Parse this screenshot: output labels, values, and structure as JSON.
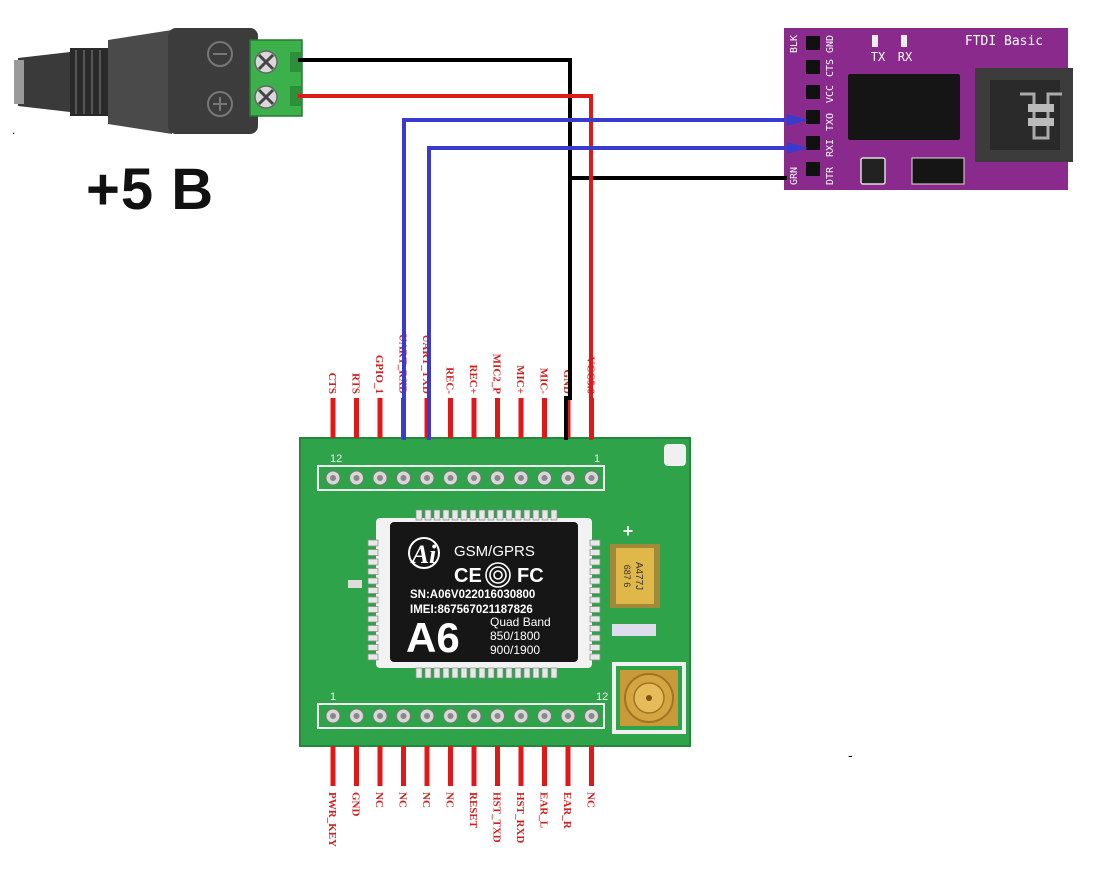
{
  "supply_label": "+5 B",
  "ftdi": {
    "title": "FTDI Basic",
    "tx_led": "TX",
    "rx_led": "RX",
    "pins": [
      "BLK",
      "GND",
      "CTS",
      "VCC",
      "TXO",
      "RXI",
      "DTR",
      "GRN"
    ]
  },
  "module": {
    "chip_brand": "Ai",
    "chip_line1": "GSM/GPRS",
    "chip_ce": "CE",
    "chip_fc": "FC",
    "chip_sn": "SN:A06V022016030800",
    "chip_imei": "IMEI:867567021187826",
    "chip_model": "A6",
    "chip_band": "Quad Band",
    "chip_freq1": "850/1800",
    "chip_freq2": "900/1900",
    "cap_text": "A477J",
    "cap_text2": "687 6",
    "top_header_left_num": "12",
    "top_header_right_num": "1",
    "bottom_header_left_num": "1",
    "bottom_header_right_num": "12",
    "top_pins": [
      "CTS",
      "RTS",
      "GPIO_1",
      "UART_RXD",
      "UART_TXD",
      "REC-",
      "REC+",
      "MIC2_P",
      "MIC+",
      "MIC-",
      "GND",
      "VCC5.0"
    ],
    "bottom_pins": [
      "PWR_KEY",
      "GND",
      "NC",
      "NC",
      "NC",
      "NC",
      "RESET",
      "HST_TXD",
      "HST_RXD",
      "EAR_L",
      "EAR_R",
      "NC"
    ]
  },
  "colors": {
    "wire_black": "#000000",
    "wire_red": "#e01818",
    "wire_blue": "#3a3acc",
    "pcb_green": "#2fa34a",
    "ftdi_purple": "#8a2a8c",
    "pin_label_red": "#d02020"
  }
}
